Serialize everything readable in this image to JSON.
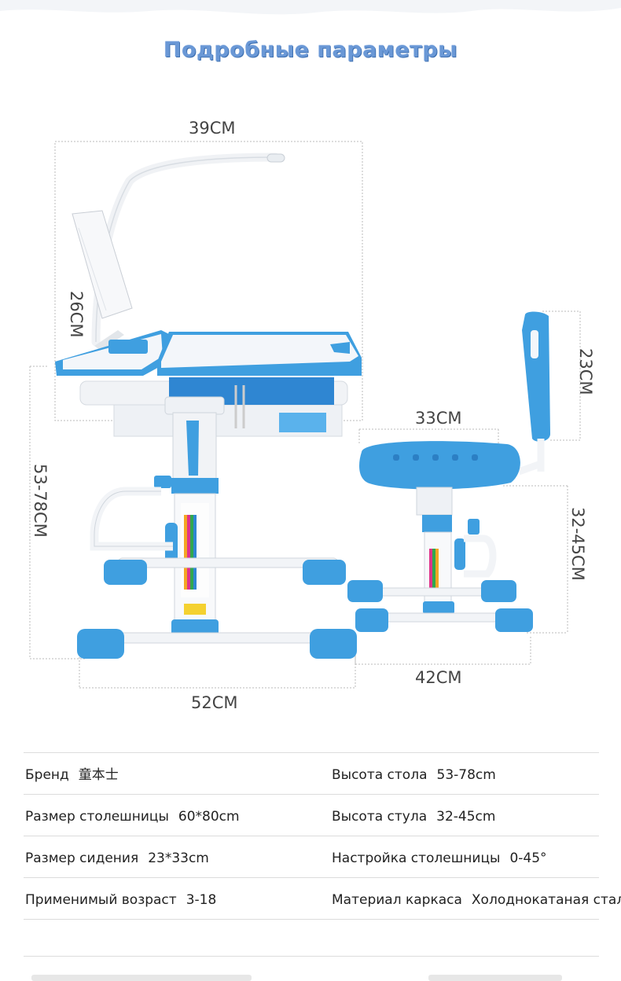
{
  "page": {
    "title": "Подробные параметры"
  },
  "dimensions": {
    "desk_width": "39CM",
    "book_stand_height": "26CM",
    "desk_height": "53-78CM",
    "desk_base_width": "52CM",
    "seat_width": "33CM",
    "backrest_height": "23CM",
    "chair_height": "32-45CM",
    "chair_base_width": "42CM"
  },
  "specs": [
    {
      "left": {
        "label": "Бренд",
        "value": "童本士"
      },
      "right": {
        "label": "Высота стола",
        "value": "53-78cm"
      }
    },
    {
      "left": {
        "label": "Размер столешницы",
        "value": "60*80cm"
      },
      "right": {
        "label": "Высота стула",
        "value": "32-45cm"
      }
    },
    {
      "left": {
        "label": "Размер сидения",
        "value": "23*33cm"
      },
      "right": {
        "label": "Настройка столешницы",
        "value": "0-45°"
      }
    },
    {
      "left": {
        "label": "Применимый возраст",
        "value": "3-18"
      },
      "right": {
        "label": "Материал каркаса",
        "value": "Холоднокатаная сталь"
      }
    }
  ],
  "colors": {
    "title": "#6a98d6",
    "furniture_blue": "#3f9fe0",
    "frame_white": "#f2f4f7"
  }
}
